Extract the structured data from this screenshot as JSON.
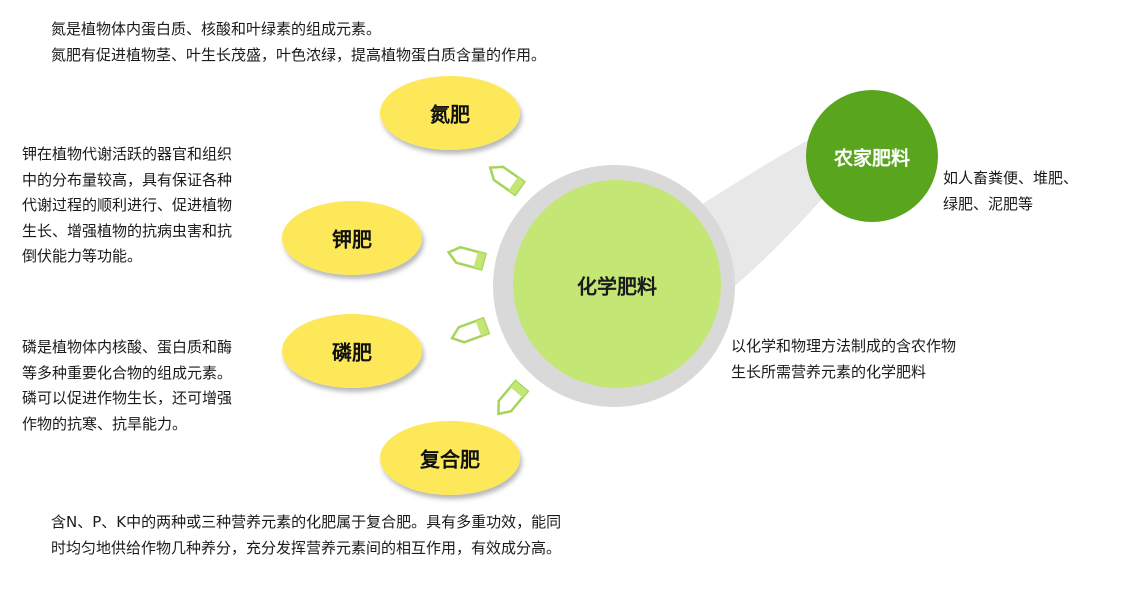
{
  "colors": {
    "fertilizer_fill": "#fde85a",
    "center_fill": "#c3e675",
    "center_ring": "#d9d9d9",
    "farm_fill": "#5aa51e",
    "connector": "#e8e8e8",
    "tag_stroke": "#a6d45b"
  },
  "center": {
    "label": "化学肥料"
  },
  "farm": {
    "label": "农家肥料"
  },
  "fertilizers": [
    {
      "key": "nitrogen",
      "label": "氮肥"
    },
    {
      "key": "potassium",
      "label": "钾肥"
    },
    {
      "key": "phosphorus",
      "label": "磷肥"
    },
    {
      "key": "compound",
      "label": "复合肥"
    }
  ],
  "descriptions": {
    "nitrogen": [
      "氮是植物体内蛋白质、核酸和叶绿素的组成元素。",
      "氮肥有促进植物茎、叶生长茂盛，叶色浓绿，提高植物蛋白质含量的作用。"
    ],
    "potassium": [
      "钾在植物代谢活跃的器官和组织",
      "中的分布量较高，具有保证各种",
      "代谢过程的顺利进行、促进植物",
      "生长、增强植物的抗病虫害和抗",
      "倒伏能力等功能。"
    ],
    "phosphorus": [
      "磷是植物体内核酸、蛋白质和酶",
      "等多种重要化合物的组成元素。",
      "磷可以促进作物生长，还可增强",
      "作物的抗寒、抗旱能力。"
    ],
    "compound": [
      "含N、P、K中的两种或三种营养元素的化肥属于复合肥。具有多重功效，能同",
      "时均匀地供给作物几种养分，充分发挥营养元素间的相互作用，有效成分高。"
    ],
    "farm": [
      "如人畜粪便、堆肥、",
      "绿肥、泥肥等"
    ],
    "chemical": [
      "以化学和物理方法制成的含农作物",
      "生长所需营养元素的化学肥料"
    ]
  }
}
